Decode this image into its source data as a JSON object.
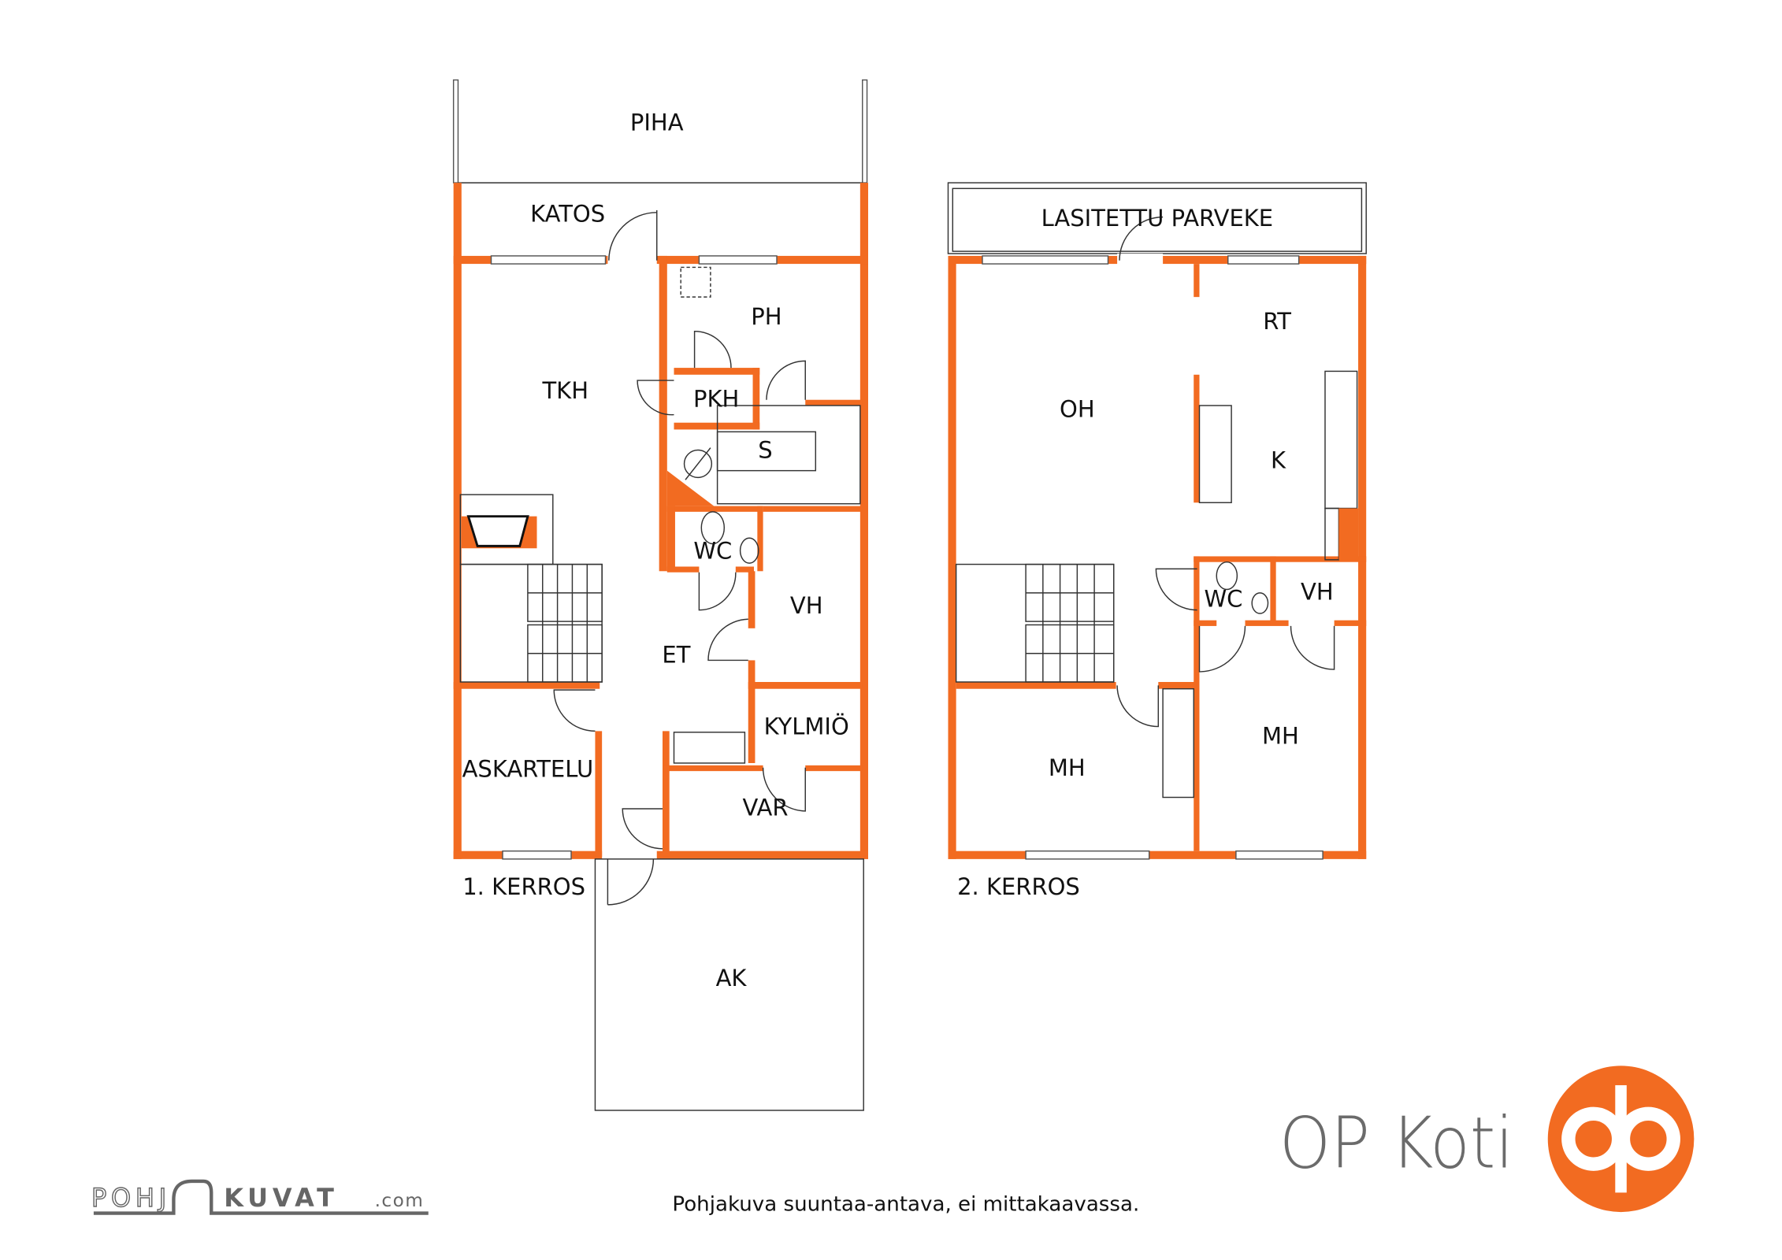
{
  "floor1": {
    "label": "1. KERROS",
    "rooms": {
      "piha": "PIHA",
      "katos": "KATOS",
      "tkh": "TKH",
      "ph": "PH",
      "pkh": "PKH",
      "s": "S",
      "wc": "WC",
      "vh": "VH",
      "et": "ET",
      "kylmio": "KYLMIÖ",
      "askartelu": "ASKARTELU",
      "var": "VAR",
      "ak": "AK"
    }
  },
  "floor2": {
    "label": "2. KERROS",
    "rooms": {
      "parveke": "LASITETTU PARVEKE",
      "rt": "RT",
      "oh": "OH",
      "k": "K",
      "wc": "WC",
      "vh": "VH",
      "mh1": "MH",
      "mh2": "MH"
    }
  },
  "footer": {
    "disclaimer": "Pohjakuva suuntaa-antava, ei mittakaavassa.",
    "pohjakuvat_logo": {
      "part1": "POHJ",
      "part2": "KUVAT",
      ".com": ".com"
    },
    "brand": "OP Koti"
  },
  "colors": {
    "wall": "#F26B21",
    "brand_gray": "#6b6b6b"
  }
}
